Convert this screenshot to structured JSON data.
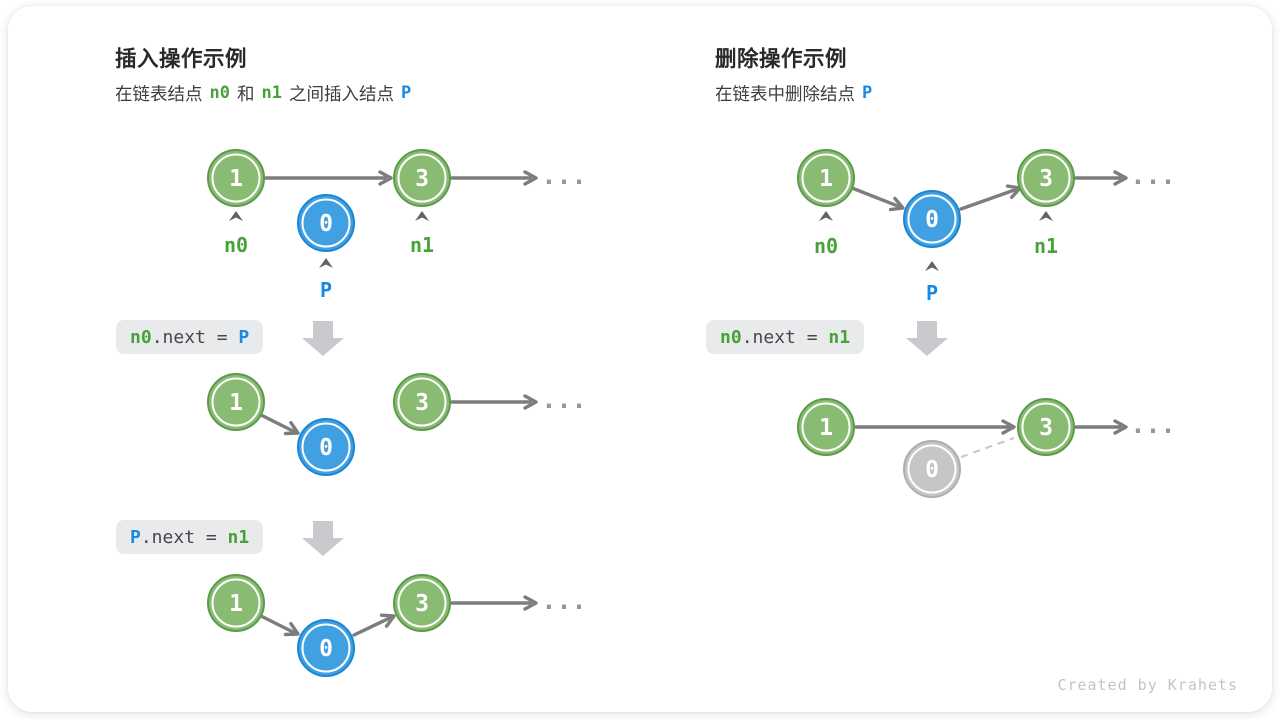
{
  "insert": {
    "title": "插入操作示例",
    "subtitle": {
      "text1": "在链表结点",
      "n0": "n0",
      "text2": "和",
      "n1": "n1",
      "text3": "之间插入结点",
      "p": "P"
    },
    "code1": {
      "lhs": "n0",
      "op": ".next = ",
      "rhs": "P"
    },
    "code2": {
      "lhs": "P",
      "op": ".next = ",
      "rhs": "n1"
    },
    "fig1": {
      "node1": "1",
      "node3": "3",
      "nodeP": "0",
      "label_n0": "n0",
      "label_n1": "n1",
      "label_p": "P",
      "ellipsis": "..."
    },
    "fig2": {
      "node1": "1",
      "nodeP": "0",
      "node3": "3",
      "ellipsis": "..."
    },
    "fig3": {
      "node1": "1",
      "nodeP": "0",
      "node3": "3",
      "ellipsis": "..."
    }
  },
  "delete": {
    "title": "删除操作示例",
    "subtitle": {
      "text1": "在链表中删除结点",
      "p": "P"
    },
    "code1": {
      "lhs": "n0",
      "op": ".next = ",
      "rhs": "n1"
    },
    "fig1": {
      "node1": "1",
      "nodeP": "0",
      "node3": "3",
      "label_n0": "n0",
      "label_n1": "n1",
      "label_p": "P",
      "ellipsis": "..."
    },
    "fig2": {
      "node1": "1",
      "node3": "3",
      "nodeP": "0",
      "ellipsis": "..."
    }
  },
  "footer": {
    "credit": "Created by Krahets"
  },
  "colors": {
    "node_green_fill": "#8abb72",
    "node_green_border": "#5a9c49",
    "node_blue_fill": "#41a0e2",
    "node_blue_border": "#1987d3",
    "node_gray_fill": "#c6c6c6",
    "node_gray_border": "#aeaeae",
    "arrow_gray": "#7d7d7d",
    "dashed_gray": "#c9c9c9",
    "token_green": "#47a338",
    "token_blue": "#1689e4",
    "chip_background": "#e9eaeb",
    "down_arrow": "#c8cacd",
    "title_text": "#28292b",
    "credit_text": "#c2c4c6"
  }
}
